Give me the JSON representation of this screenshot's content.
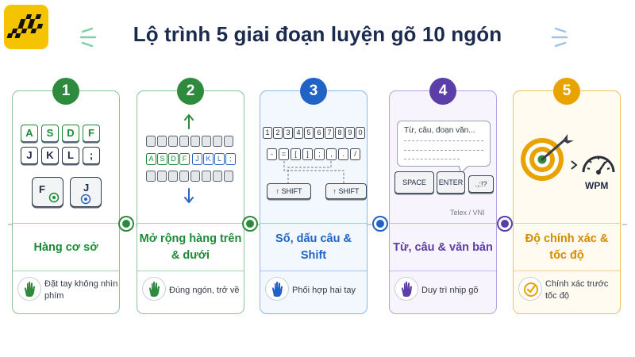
{
  "title": "Lộ trình 5 giai đoạn luyện gõ 10 ngón",
  "colors": {
    "green": "#1d8a38",
    "blue": "#1f63c6",
    "purple": "#5b3ea8",
    "orange": "#d58a00",
    "logo_yellow": "#f5c400"
  },
  "logo_icon": "checkered-flag-icon",
  "steps": [
    {
      "number": "1",
      "label": "Hàng cơ sở",
      "tip": "Đặt tay không nhìn phím",
      "keys_row1": [
        "A",
        "S",
        "D",
        "F"
      ],
      "keys_row2": [
        "J",
        "K",
        "L",
        ";"
      ],
      "home_keys": [
        "F",
        "J"
      ]
    },
    {
      "number": "2",
      "label": "Mở rộng hàng trên & dưới",
      "tip": "Đúng ngón, trở về",
      "left_keys": [
        "A",
        "S",
        "D",
        "F"
      ],
      "right_keys": [
        "J",
        "K",
        "L",
        ";"
      ]
    },
    {
      "number": "3",
      "label": "Số, dấu câu & Shift",
      "tip": "Phối hợp hai tay",
      "number_keys": [
        "1",
        "2",
        "3",
        "4",
        "5",
        "6",
        "7",
        "8",
        "9",
        "0"
      ],
      "symbol_keys": [
        "-",
        "=",
        "[",
        "]",
        ";",
        ",",
        ".",
        "/"
      ],
      "shift_label": "↑ SHIFT"
    },
    {
      "number": "4",
      "label": "Từ, câu & văn bản",
      "tip": "Duy trì nhịp gõ",
      "bubble_text": "Từ, câu, đoạn văn...",
      "space_label": "SPACE",
      "enter_label": "ENTER",
      "punct_label": ".,:!?",
      "note": "Telex / VNI"
    },
    {
      "number": "5",
      "label": "Độ chính xác & tốc độ",
      "tip": "Chính xác trước tốc độ",
      "wpm_label": "WPM"
    }
  ]
}
